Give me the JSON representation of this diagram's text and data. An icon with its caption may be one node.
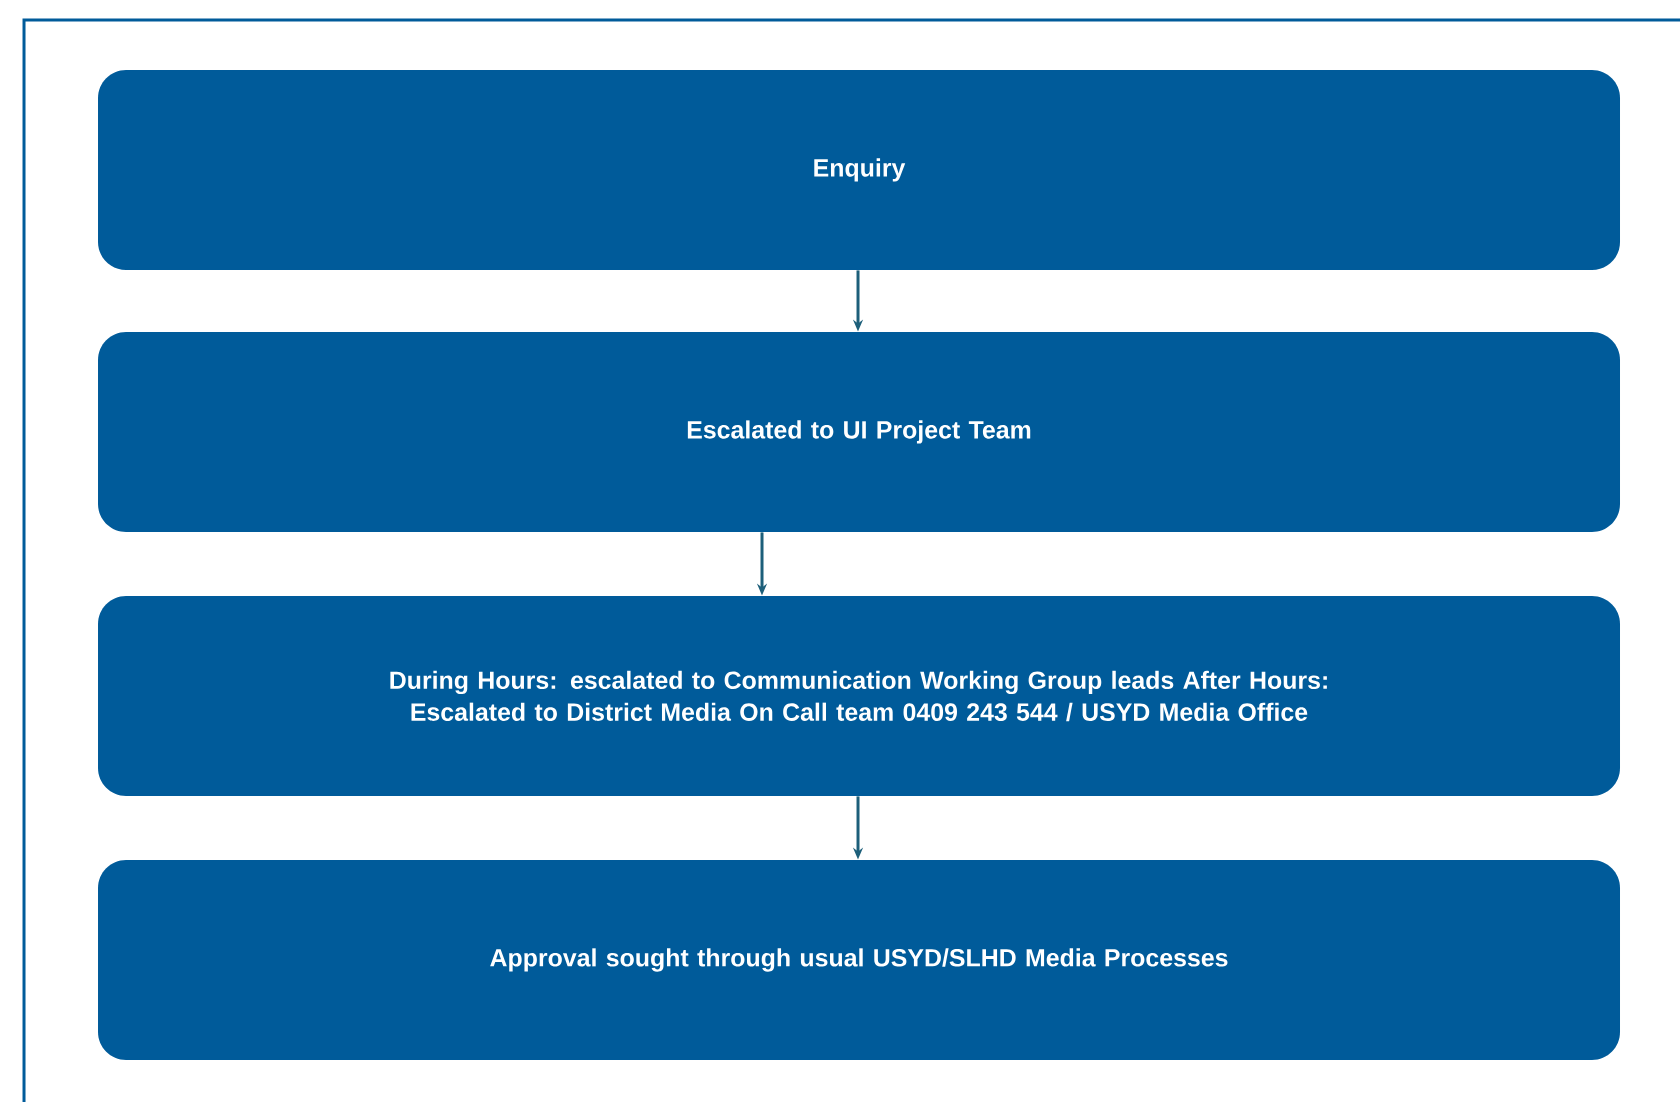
{
  "diagram": {
    "nodes": [
      {
        "text": [
          "Enquiry"
        ]
      },
      {
        "text": [
          "Escalated to UI Project Team"
        ]
      },
      {
        "text": [
          "During Hours: escalated to Communication Working Group leads After Hours: Escalated to District Media On Call team 0409 243 544 / USYD Media Office"
        ]
      },
      {
        "text": [
          "Approval sought through usual USYD/SLHD Media Processes"
        ]
      }
    ],
    "edges": [
      {
        "from": 0,
        "to": 1,
        "arrow": "to"
      },
      {
        "from": 1,
        "to": 2,
        "arrow": "to"
      },
      {
        "from": 2,
        "to": 3,
        "arrow": "to"
      }
    ]
  }
}
